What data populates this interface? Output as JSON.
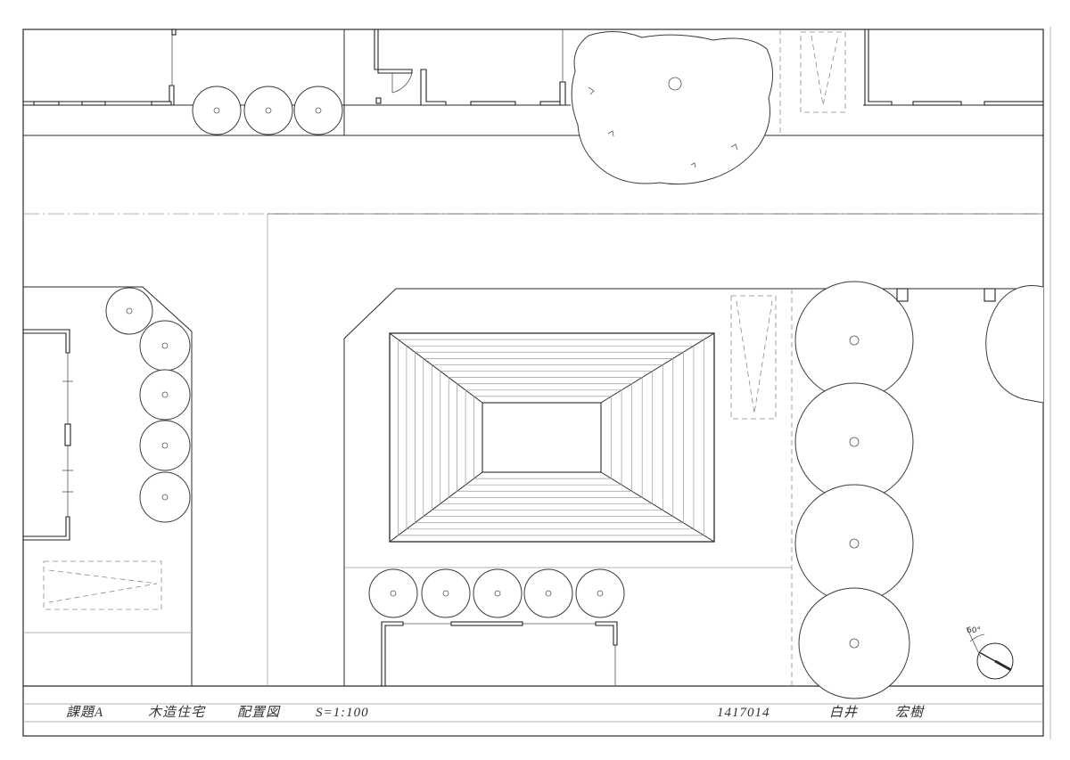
{
  "title_block": {
    "assignment": "課題A",
    "subject": "木造住宅",
    "drawing": "配置図",
    "scale": "S=1:100",
    "student_id": "1417014",
    "name_family": "白井",
    "name_given": "宏樹"
  },
  "compass": {
    "angle_label": "60°"
  }
}
